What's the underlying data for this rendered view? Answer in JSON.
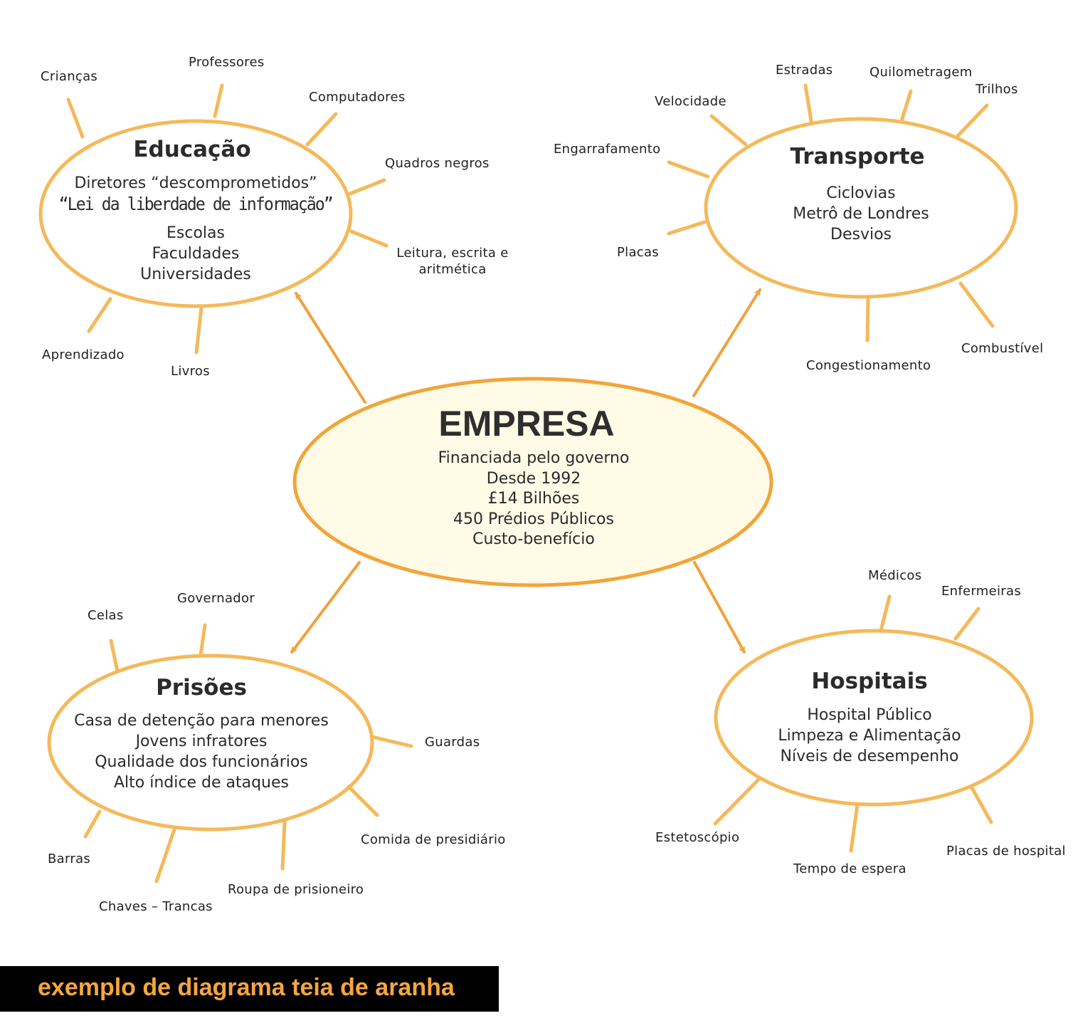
{
  "colors": {
    "stroke": "#f4b95a",
    "arrow": "#f0a23c",
    "center_fill": "#fffbe6",
    "center_stroke": "#f2a43a",
    "caption_bg": "#000000",
    "caption_text": "#f5a640"
  },
  "center": {
    "title": "EMPRESA",
    "lines": [
      "Financiada pelo governo",
      "Desde 1992",
      "£14 Bilhões",
      "450 Prédios Públicos",
      "Custo-benefício"
    ]
  },
  "educacao": {
    "title": "Educação",
    "line1": "Diretores “descomprometidos”",
    "line2": "“Lei da liberdade de informação”",
    "line3": "Escolas",
    "line4": "Faculdades",
    "line5": "Universidades",
    "spokes": {
      "criancas": "Crianças",
      "professores": "Professores",
      "computadores": "Computadores",
      "quadros": "Quadros negros",
      "leitura_1": "Leitura, escrita e",
      "leitura_2": "aritmética",
      "aprendizado": "Aprendizado",
      "livros": "Livros"
    }
  },
  "transporte": {
    "title": "Transporte",
    "lines": [
      "Ciclovias",
      "Metrô de Londres",
      "Desvios"
    ],
    "spokes": {
      "estradas": "Estradas",
      "quilometragem": "Quilometragem",
      "trilhos": "Trilhos",
      "velocidade": "Velocidade",
      "engarrafamento": "Engarrafamento",
      "placas": "Placas",
      "congestionamento": "Congestionamento",
      "combustivel": "Combustível"
    }
  },
  "prisoes": {
    "title": "Prisões",
    "lines": [
      "Casa de detenção para menores",
      "Jovens infratores",
      "Qualidade dos funcionários",
      "Alto índice de ataques"
    ],
    "spokes": {
      "celas": "Celas",
      "governador": "Governador",
      "guardas": "Guardas",
      "comida": "Comida de presidiário",
      "roupa": "Roupa de prisioneiro",
      "chaves": "Chaves – Trancas",
      "barras": "Barras"
    }
  },
  "hospitais": {
    "title": "Hospitais",
    "lines": [
      "Hospital Público",
      "Limpeza e Alimentação",
      "Níveis de desempenho"
    ],
    "spokes": {
      "medicos": "Médicos",
      "enfermeiras": "Enfermeiras",
      "estetoscopio": "Estetoscópio",
      "tempo": "Tempo de espera",
      "placas_hospital": "Placas de hospital"
    }
  },
  "caption": "exemplo de diagrama teia de aranha"
}
